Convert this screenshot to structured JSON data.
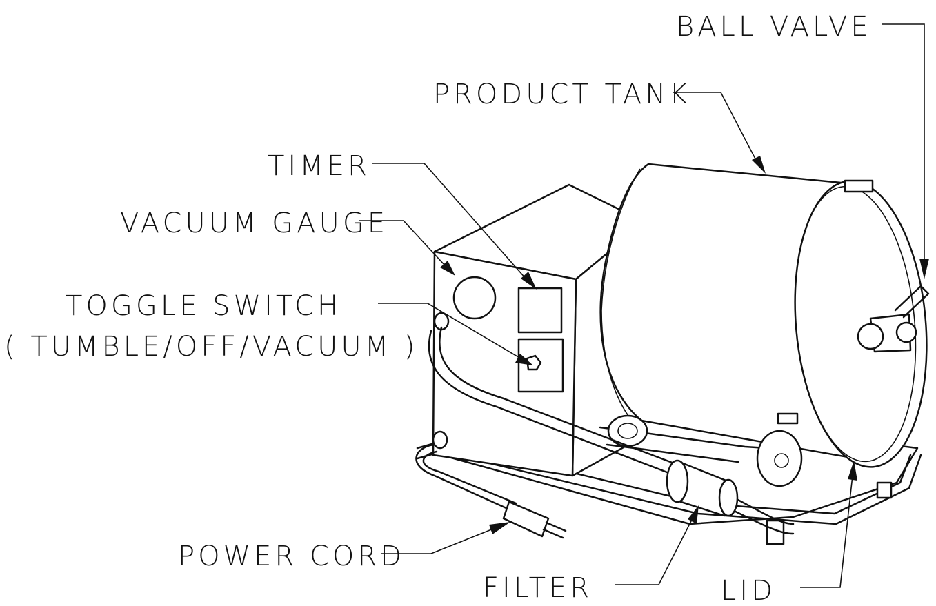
{
  "labels": {
    "ball_valve": "BALL VALVE",
    "product_tank": "PRODUCT TANK",
    "timer": "TIMER",
    "vacuum_gauge": "VACUUM GAUGE",
    "toggle_switch": "TOGGLE SWITCH",
    "toggle_switch_modes": "( TUMBLE/OFF/VACUUM )",
    "power_cord": "POWER CORD",
    "filter": "FILTER",
    "lid": "LID"
  }
}
